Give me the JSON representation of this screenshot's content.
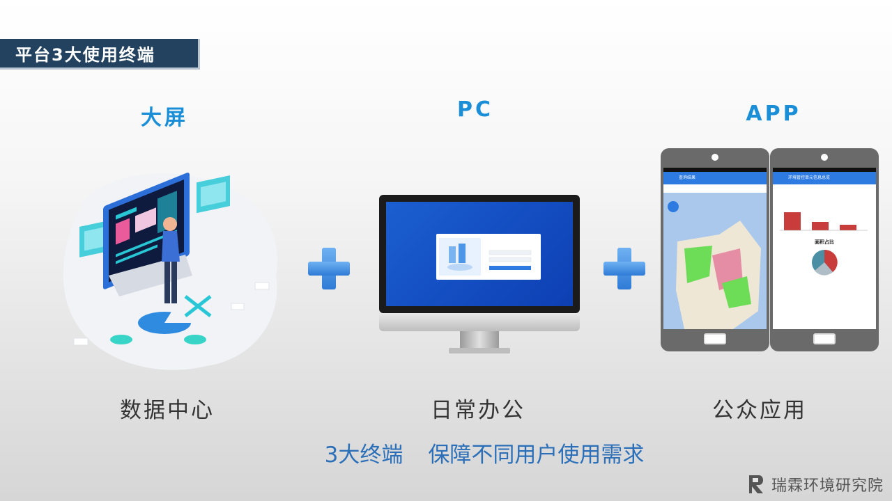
{
  "slide_title": "平台3大使用终端",
  "columns": [
    {
      "heading": "大屏",
      "caption": "数据中心"
    },
    {
      "heading": "PC",
      "caption": "日常办公"
    },
    {
      "heading": "APP",
      "caption": "公众应用"
    }
  ],
  "tagline": {
    "part1": "3大终端",
    "part2": "保障不同用户使用需求"
  },
  "brand": "瑞霖环境研究院",
  "phones": {
    "left_title": "查询结果",
    "right_title": "环境管控单元信息总览",
    "pie_title": "面积占比"
  },
  "colors": {
    "heading": "#1a8fd8",
    "tagline": "#2b6fb8",
    "title_bg": "#22425f",
    "plus": "#2e7bd6"
  }
}
